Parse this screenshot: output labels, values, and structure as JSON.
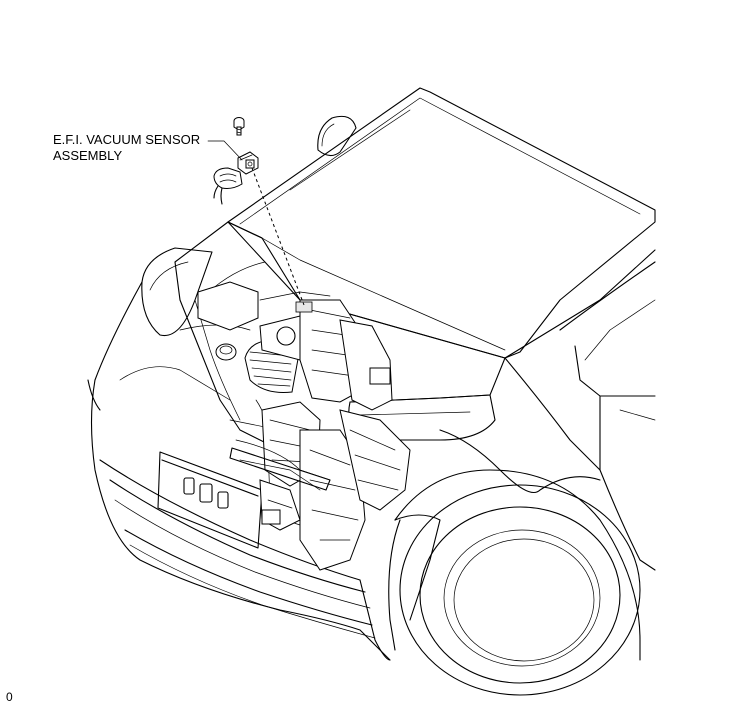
{
  "diagram": {
    "callout": {
      "line1": "E.F.I. VACUUM SENSOR",
      "line2": "ASSEMBLY"
    },
    "figure_code": "0"
  }
}
